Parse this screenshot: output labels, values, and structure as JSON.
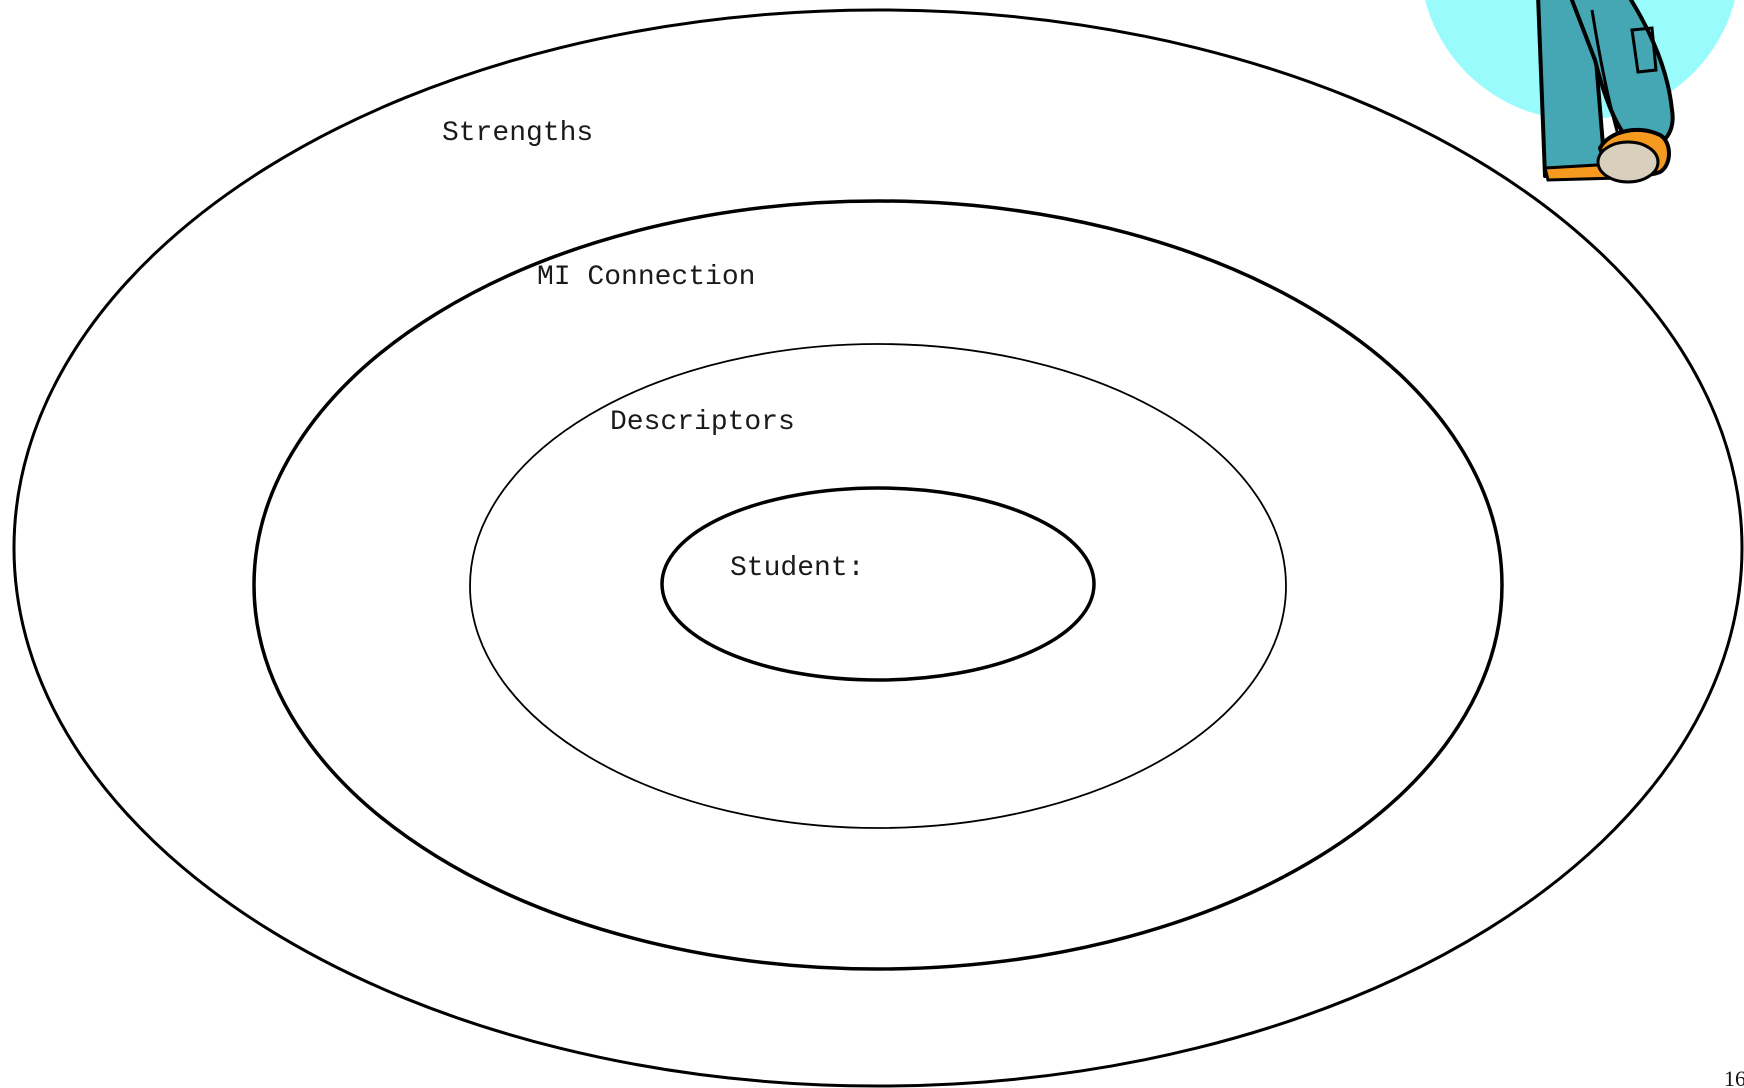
{
  "diagram": {
    "rings": [
      {
        "id": "strengths",
        "label": "Strengths"
      },
      {
        "id": "mi-connection",
        "label": "MI Connection"
      },
      {
        "id": "descriptors",
        "label": "Descriptors"
      },
      {
        "id": "student",
        "label": "Student:"
      }
    ]
  },
  "page": {
    "number": "16"
  },
  "colors": {
    "stroke": "#000000",
    "clipart_circle": "#99fbfb",
    "clipart_pants": "#45a7b4",
    "clipart_shoe": "#f59a1f",
    "clipart_sole": "#d8d0bd"
  }
}
